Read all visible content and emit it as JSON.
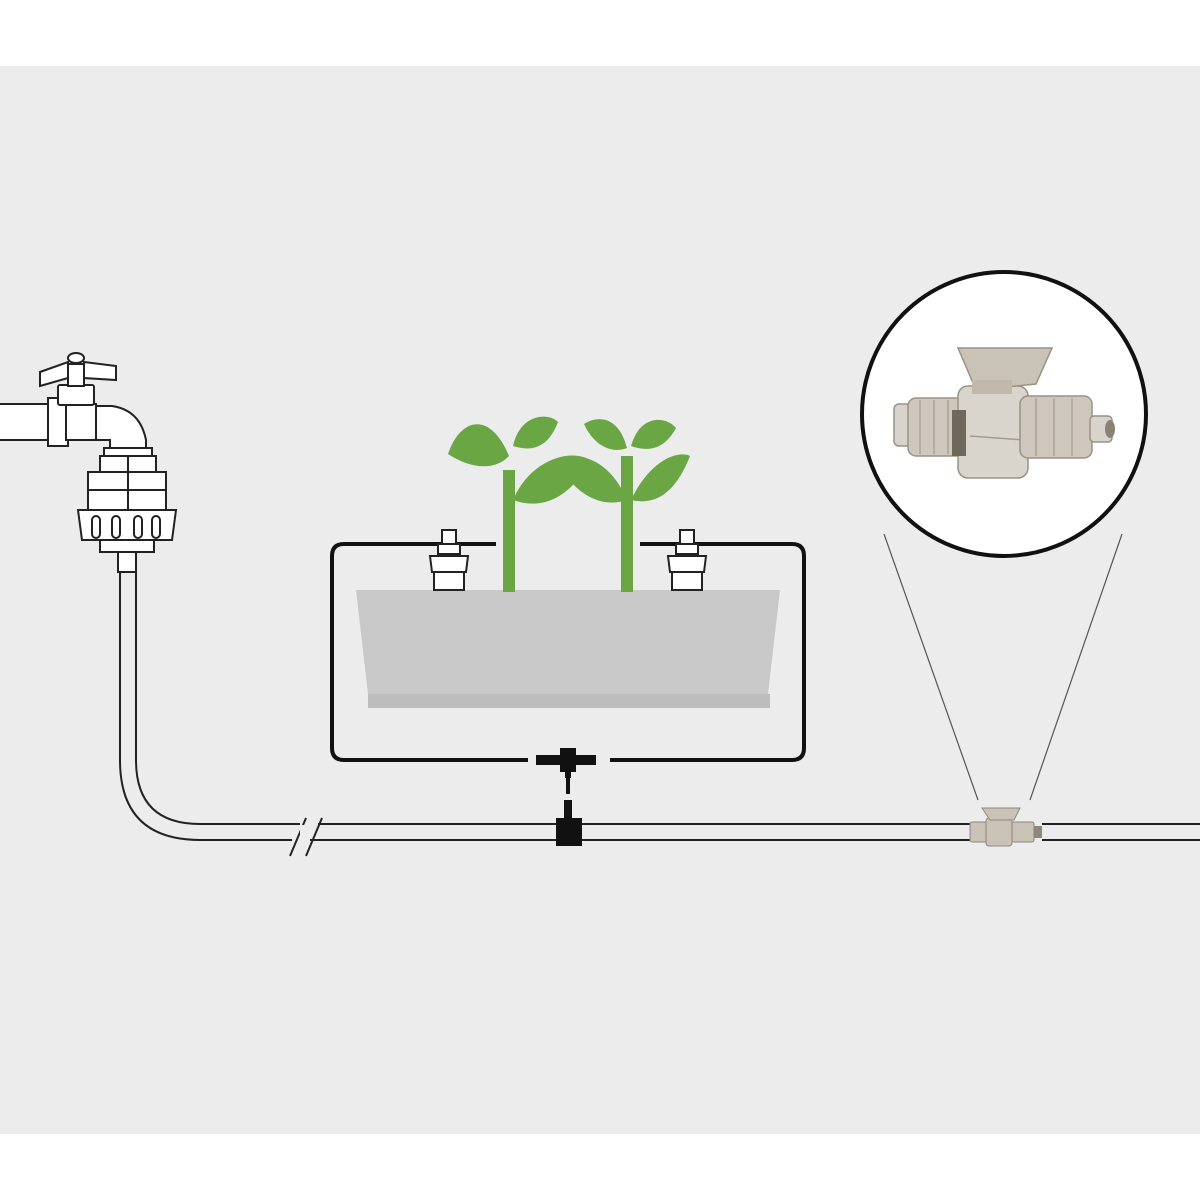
{
  "diagram": {
    "colors": {
      "background": "#ffffff",
      "panel": "#ececec",
      "tube": "#111111",
      "planter": "#c8c8c8",
      "planter_base": "#bdbdbd",
      "plant": "#6aa644",
      "fitting_outline": "#222222",
      "fitting_fill": "#ffffff",
      "valve": "#c9c2b6",
      "valve_dark": "#8f877b",
      "callout_line": "#555555"
    },
    "components": [
      {
        "name": "tap",
        "icon": "faucet-icon"
      },
      {
        "name": "tap-connector",
        "icon": "tap-connector-icon"
      },
      {
        "name": "supply-tube",
        "icon": "tube-icon"
      },
      {
        "name": "planter",
        "icon": "planter-icon"
      },
      {
        "name": "plants",
        "icon": "plant-icon"
      },
      {
        "name": "drippers",
        "icon": "dripper-icon"
      },
      {
        "name": "tee-connector",
        "icon": "tee-connector-icon"
      },
      {
        "name": "shut-off-valve",
        "icon": "valve-icon"
      }
    ]
  }
}
